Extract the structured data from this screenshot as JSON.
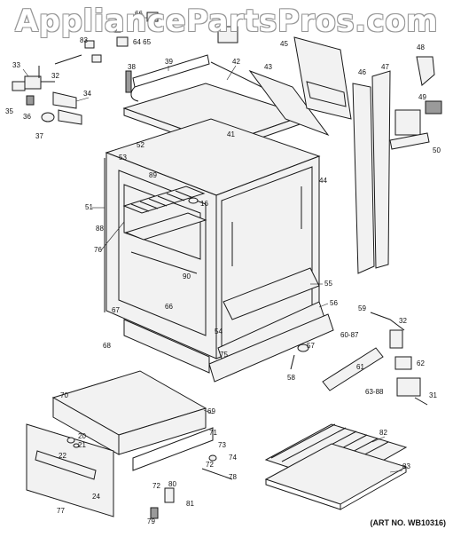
{
  "watermark": "AppliancePartsPros.com",
  "art_number": "(ART NO. WB10316)",
  "part_labels": {
    "p20": "20",
    "p21": "21",
    "p22": "22",
    "p24": "24",
    "p31": "31",
    "p32a": "32",
    "p32b": "32",
    "p33": "33",
    "p34": "34",
    "p35": "35",
    "p36": "36",
    "p37": "37",
    "p38": "38",
    "p39": "39",
    "p41": "41",
    "p42": "42",
    "p43": "43",
    "p44": "44",
    "p45": "45",
    "p46": "46",
    "p47": "47",
    "p48": "48",
    "p49": "49",
    "p50": "50",
    "p51": "51",
    "p52": "52",
    "p53": "53",
    "p54": "54",
    "p55": "55",
    "p56": "56",
    "p57": "57",
    "p58": "58",
    "p59": "59",
    "p6087": "60-87",
    "p61": "61",
    "p62": "62",
    "p6388": "63-88",
    "p6465": "64 65",
    "p66a": "66",
    "p66b": "66",
    "p67": "67",
    "p68": "68",
    "p69": "69",
    "p70": "70",
    "p71": "71",
    "p72a": "72",
    "p72b": "72",
    "p73": "73",
    "p74": "74",
    "p75": "75",
    "p76": "76",
    "p77": "77",
    "p78": "78",
    "p79": "79",
    "p80": "80",
    "p81": "81",
    "p82": "82",
    "p83": "83",
    "p83b": "83",
    "p88": "88",
    "p89": "89",
    "p90": "90",
    "p16": "16"
  }
}
